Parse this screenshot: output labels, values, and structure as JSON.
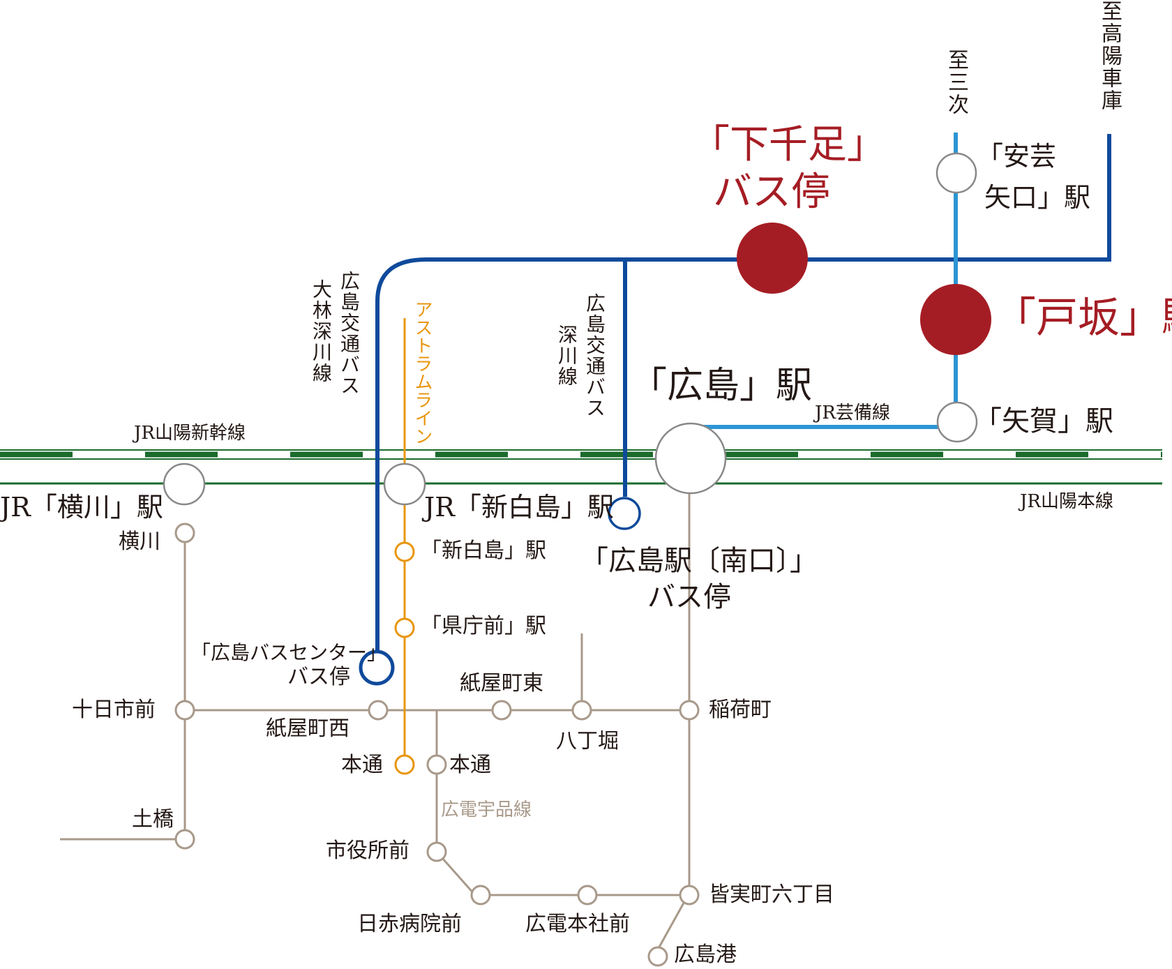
{
  "colors": {
    "bus_blue": "#0f4a9b",
    "jr_geibi": "#2c95d4",
    "astram": "#e8960f",
    "hiroden": "#a8998a",
    "jr_green": "#1b6b2c",
    "highlight_red": "#a51d24",
    "text": "#231815"
  },
  "labels": {
    "to_koyo": "至高陽車庫",
    "to_miyoshi": "至三次",
    "shimosenzoku": "「下千足」",
    "shimosenzoku_2": "バス停",
    "aki_yaguchi": "「安芸",
    "aki_yaguchi_2": "矢口」駅",
    "tosaka": "「戸坂」駅",
    "bus_ohayashi": "広島交通バス",
    "bus_ohayashi_2": "大林深川線",
    "astram": "アストラムライン",
    "bus_fukagawa": "広島交通バス",
    "bus_fukagawa_2": "深川線",
    "hiroshima": "「広島」駅",
    "jr_geibi": "JR芸備線",
    "yaga": "「矢賀」駅",
    "jr_shinkansen": "JR山陽新幹線",
    "jr_sanyo": "JR山陽本線",
    "yokogawa": "JR「横川」駅",
    "shin_hakushima_jr": "JR「新白島」駅",
    "shin_hakushima_astram": "「新白島」駅",
    "kenchomae": "「県庁前」駅",
    "bus_center": "「広島バスセンター」",
    "bus_center_2": "バス停",
    "minami_guchi": "「広島駅〔南口〕」",
    "minami_guchi_2": "バス停",
    "yokogawa_tram": "横川",
    "tokaichimachi": "十日市前",
    "kamiyacho_nishi": "紙屋町西",
    "kamiyacho_higashi": "紙屋町東",
    "hatchobori": "八丁堀",
    "inarimachi": "稲荷町",
    "hondori_astram": "本通",
    "hondori_tram": "本通",
    "ujina_line": "広電宇品線",
    "dobashi": "土橋",
    "shiyakusho": "市役所前",
    "minamimachi": "皆実町六丁目",
    "nisseki": "日赤病院前",
    "honsha": "広電本社前",
    "hiroshimako": "広島港"
  }
}
